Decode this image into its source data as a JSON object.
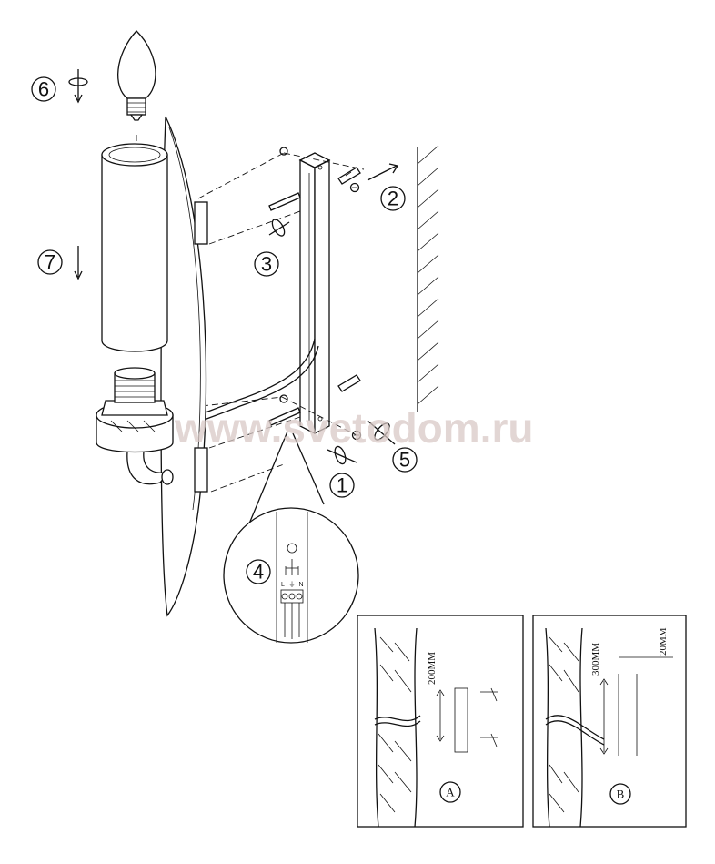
{
  "watermark": "www.svetodom.ru",
  "steps": {
    "s1": "1",
    "s2": "2",
    "s3": "3",
    "s4": "4",
    "s5": "5",
    "s6": "6",
    "s7": "7"
  },
  "terminals": {
    "l": "L",
    "earth": "⏚",
    "n": "N"
  },
  "panel_a": {
    "label": "A",
    "dim": "200MM"
  },
  "panel_b": {
    "label": "B",
    "dim_height": "300MM",
    "dim_offset": "20MM"
  }
}
